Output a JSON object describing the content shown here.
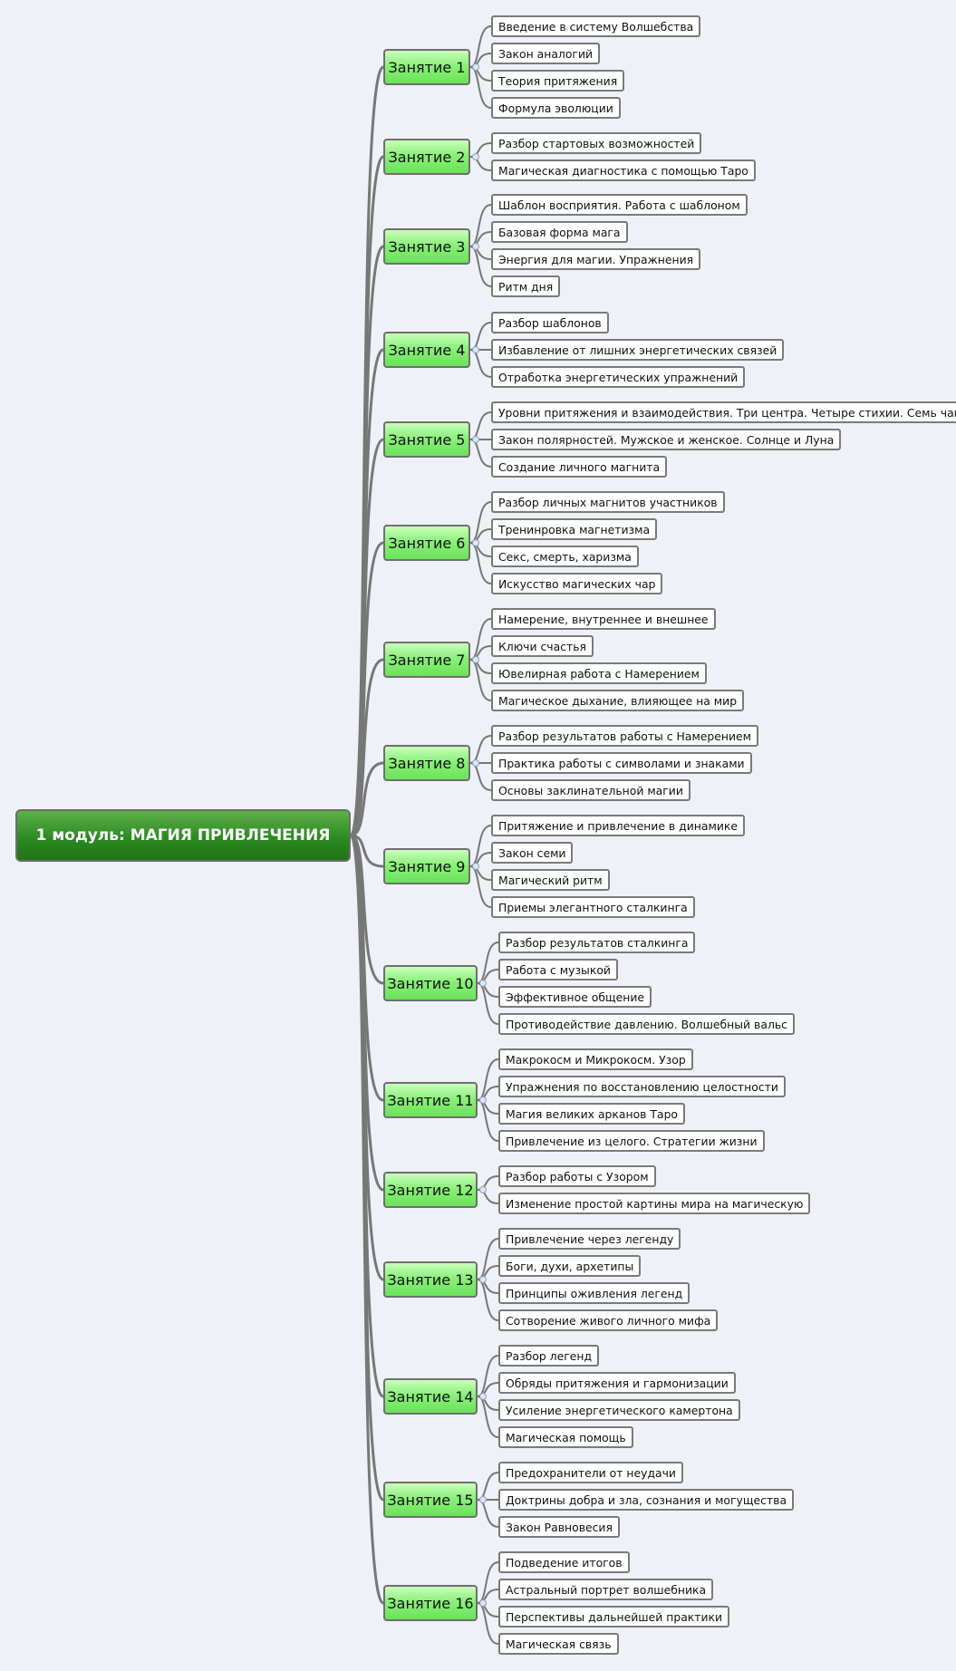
{
  "root": {
    "label": "1 модуль: МАГИЯ ПРИВЛЕЧЕНИЯ"
  },
  "lessons": [
    {
      "label": "Занятие 1",
      "topics": [
        "Введение в систему Волшебства",
        "Закон аналогий",
        "Теория притяжения",
        "Формула эволюции"
      ]
    },
    {
      "label": "Занятие 2",
      "topics": [
        "Разбор стартовых возможностей",
        "Магическая диагностика с помощью Таро"
      ]
    },
    {
      "label": "Занятие 3",
      "topics": [
        "Шаблон восприятия. Работа с шаблоном",
        "Базовая форма мага",
        "Энергия для магии. Упражнения",
        "Ритм дня"
      ]
    },
    {
      "label": "Занятие 4",
      "topics": [
        "Разбор шаблонов",
        "Избавление от лишних энергетических связей",
        "Отработка энергетических упражнений"
      ]
    },
    {
      "label": "Занятие 5",
      "topics": [
        "Уровни притяжения и взаимодействия. Три центра. Четыре стихии. Семь чакр",
        "Закон полярностей. Мужское и женское. Солнце и Луна",
        "Создание личного магнита"
      ]
    },
    {
      "label": "Занятие 6",
      "topics": [
        "Разбор личных магнитов участников",
        "Тренинровка магнетизма",
        "Секс, смерть, харизма",
        "Искусство магических чар"
      ]
    },
    {
      "label": "Занятие 7",
      "topics": [
        "Намерение, внутреннее и внешнее",
        "Ключи счастья",
        "Ювелирная работа с Намерением",
        "Магическое дыхание, влияющее на мир"
      ]
    },
    {
      "label": "Занятие 8",
      "topics": [
        "Разбор результатов работы с Намерением",
        "Практика работы с символами и знаками",
        "Основы заклинательной магии"
      ]
    },
    {
      "label": "Занятие 9",
      "topics": [
        "Притяжение и привлечение в динамике",
        "Закон семи",
        "Магический ритм",
        "Приемы элегантного сталкинга"
      ]
    },
    {
      "label": "Занятие 10",
      "topics": [
        "Разбор результатов сталкинга",
        "Работа с музыкой",
        "Эффективное общение",
        "Противодействие давлению. Волшебный вальс"
      ]
    },
    {
      "label": "Занятие 11",
      "topics": [
        "Макрокосм и Микрокосм. Узор",
        "Упражнения по восстановлению целостности",
        "Магия великих арканов Таро",
        "Привлечение из целого. Стратегии жизни"
      ]
    },
    {
      "label": "Занятие 12",
      "topics": [
        "Разбор работы с Узором",
        "Изменение простой картины мира на магическую"
      ]
    },
    {
      "label": "Занятие 13",
      "topics": [
        "Привлечение через легенду",
        "Боги, духи, архетипы",
        "Принципы оживления легенд",
        "Сотворение живого личного мифа"
      ]
    },
    {
      "label": "Занятие 14",
      "topics": [
        "Разбор легенд",
        "Обряды притяжения и гармонизации",
        "Усиление энергетического камертона",
        "Магическая помощь"
      ]
    },
    {
      "label": "Занятие 15",
      "topics": [
        "Предохранители от неудачи",
        "Доктрины добра и зла, сознания и могущества",
        "Закон Равновесия"
      ]
    },
    {
      "label": "Занятие 16",
      "topics": [
        "Подведение итогов",
        "Астральный портрет волшебника",
        "Перспективы дальнейшей практики",
        "Магическая связь"
      ]
    }
  ]
}
